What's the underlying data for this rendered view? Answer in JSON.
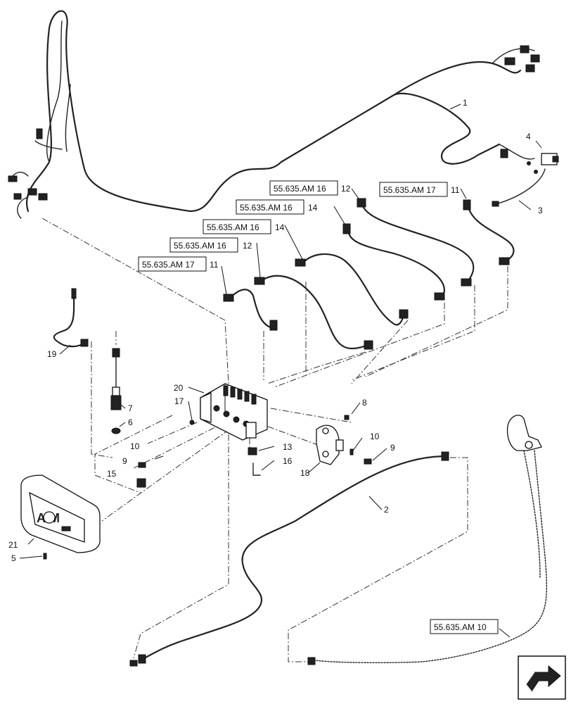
{
  "references": [
    {
      "id": "ref-r1",
      "text": "55.635.AM 16",
      "item": "12"
    },
    {
      "id": "ref-r2",
      "text": "55.635.AM 17",
      "item": "11"
    },
    {
      "id": "ref-r3",
      "text": "55.635.AM 16",
      "item": "14"
    },
    {
      "id": "ref-r4",
      "text": "55.635.AM 16",
      "item": "14"
    },
    {
      "id": "ref-r5",
      "text": "55.635.AM 16",
      "item": "12"
    },
    {
      "id": "ref-r6",
      "text": "55.635.AM 17",
      "item": "11"
    },
    {
      "id": "ref-r7",
      "text": "55.635.AM 10",
      "item": ""
    }
  ],
  "callouts": [
    "1",
    "2",
    "3",
    "4",
    "5",
    "6",
    "7",
    "8",
    "9",
    "9",
    "10",
    "10",
    "13",
    "15",
    "16",
    "17",
    "18",
    "19",
    "20",
    "21"
  ],
  "logo_text": "AIM",
  "icons": [
    "next-page-arrow-icon"
  ]
}
